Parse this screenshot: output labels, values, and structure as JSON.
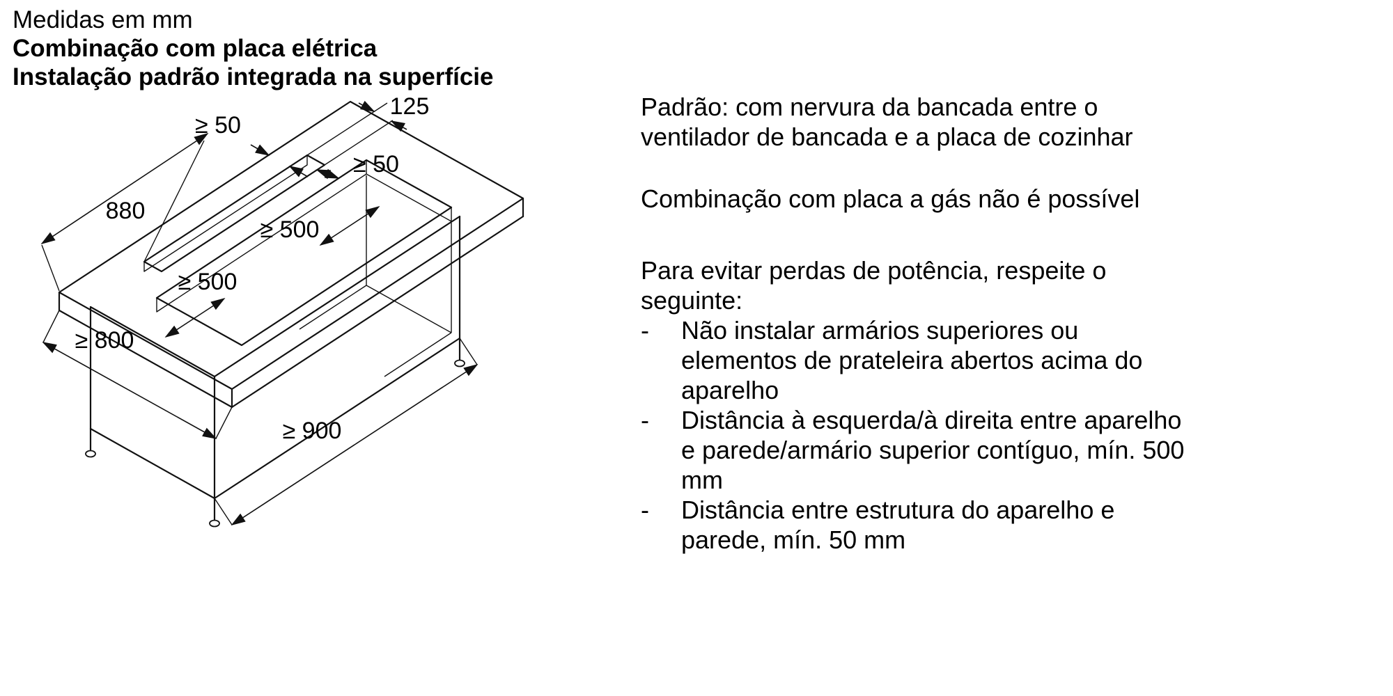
{
  "header": {
    "line1": "Medidas em mm",
    "line2": "Combinação com placa elétrica",
    "line3": "Instalação padrão integrada na superfície"
  },
  "diagram": {
    "description": "isometric-drawing-of-base-cabinet-with-worktop-cutout-and-vent-slot",
    "unit": "mm",
    "dims": {
      "d50_top": "≥ 50",
      "d125": "125",
      "d50_mid": "≥ 50",
      "d880": "880",
      "d500_right": "≥ 500",
      "d500_left": "≥ 500",
      "d800": "≥ 800",
      "d900": "≥ 900"
    }
  },
  "notes": {
    "para1": {
      "lines": [
        "Padrão: com nervura da bancada entre o",
        "ventilador de bancada e a placa de cozinhar"
      ]
    },
    "para2": {
      "lines": [
        "Combinação com placa a gás não é possível"
      ]
    },
    "para3": {
      "lines": [
        "Para evitar perdas de potência, respeite o",
        "seguinte:"
      ]
    },
    "bullets": [
      {
        "marker": "-",
        "lines": [
          "Não instalar armários superiores ou",
          "elementos de prateleira abertos acima do",
          "aparelho"
        ]
      },
      {
        "marker": "-",
        "lines": [
          "Distância à esquerda/à direita entre aparelho",
          "e parede/armário superior contíguo, mín. 500",
          "mm"
        ]
      },
      {
        "marker": "-",
        "lines": [
          "Distância entre estrutura do aparelho e",
          "parede, mín. 50 mm"
        ]
      }
    ]
  }
}
